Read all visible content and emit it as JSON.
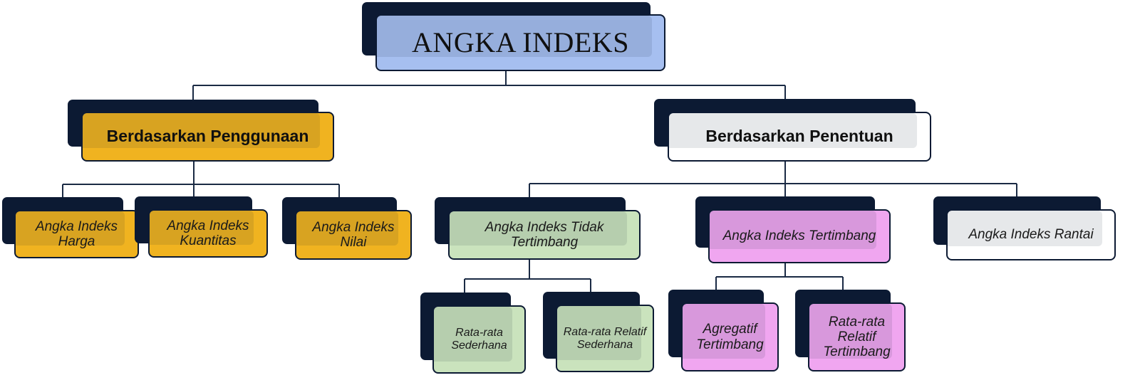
{
  "colors": {
    "shadow": "#0c1a33",
    "connector": "#1a2a44",
    "title": "#a6bff0",
    "gold": "#f0b320",
    "light_gray": "#ffffff",
    "green": "#cae3bd",
    "pink": "#f0a6f0"
  },
  "diagram": {
    "root": {
      "label": "ANGKA INDEKS"
    },
    "usage": {
      "label": "Berdasarkan  Penggunaan",
      "children": [
        "Angka Indeks Harga",
        "Angka Indeks Kuantitas",
        "Angka Indeks Nilai"
      ]
    },
    "determination": {
      "label": "Berdasarkan Penentuan",
      "unweighted": {
        "label": "Angka Indeks Tidak Tertimbang",
        "children": [
          "Rata-rata Sederhana",
          "Rata-rata Relatif Sederhana"
        ]
      },
      "weighted": {
        "label": "Angka Indeks Tertimbang",
        "children": [
          "Agregatif Tertimbang",
          "Rata-rata Relatif Tertimbang"
        ]
      },
      "chain": {
        "label": "Angka Indeks Rantai"
      }
    }
  }
}
